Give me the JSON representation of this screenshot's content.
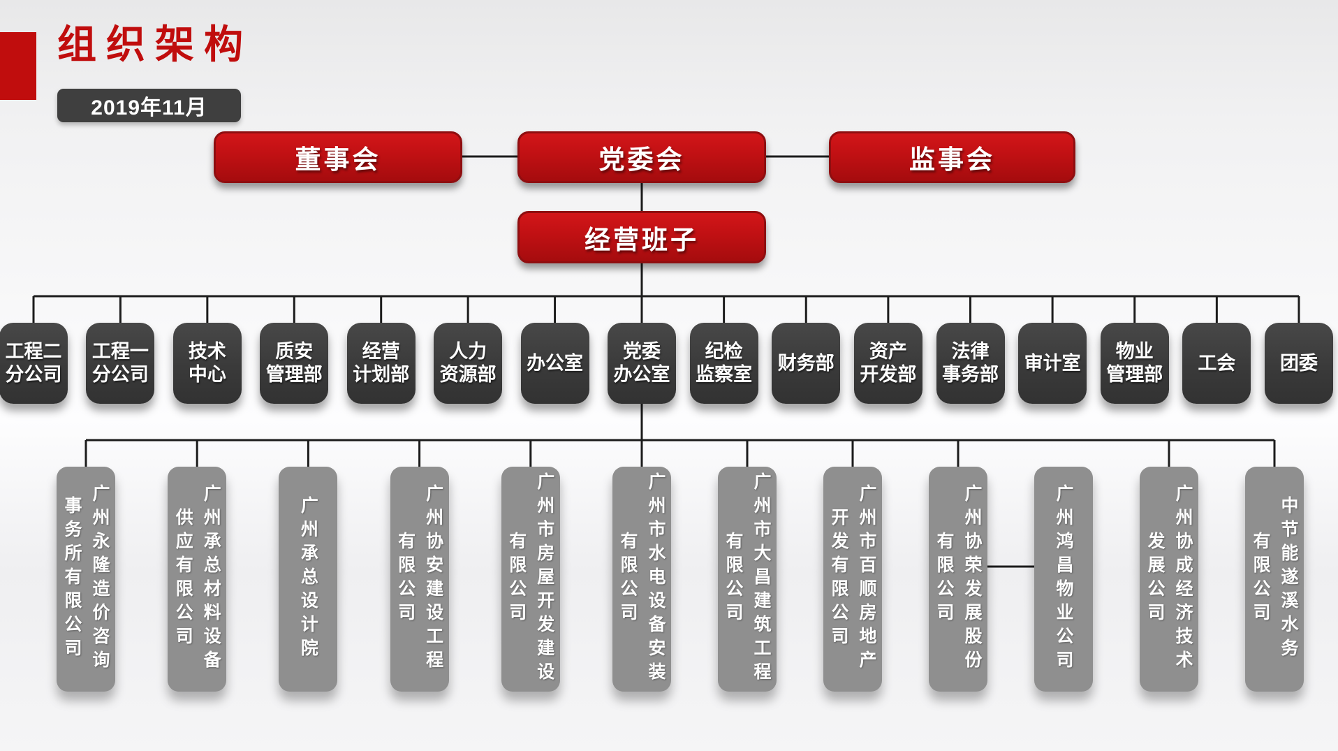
{
  "header": {
    "title": "组织架构",
    "date_badge": "2019年11月"
  },
  "colors": {
    "accent_red": "#c00d0d",
    "red_node_fill": "#c01013",
    "red_node_border": "#8f0e10",
    "dept_node_fill": "#3a3a3a",
    "subsidiary_node_fill": "#8f8f8f",
    "connector_line": "#1c1c1c",
    "badge_fill": "#3f3f3f",
    "text_on_node": "#ffffff"
  },
  "governance": [
    {
      "label": "董事会"
    },
    {
      "label": "党委会"
    },
    {
      "label": "监事会"
    }
  ],
  "management": {
    "label": "经营班子"
  },
  "departments": [
    "工程二\n分公司",
    "工程一\n分公司",
    "技术\n中心",
    "质安\n管理部",
    "经营\n计划部",
    "人力\n资源部",
    "办公室",
    "党委\n办公室",
    "纪检\n监察室",
    "财务部",
    "资产\n开发部",
    "法律\n事务部",
    "审计室",
    "物业\n管理部",
    "工会",
    "团委"
  ],
  "subsidiaries": [
    "广州永隆造价咨询\n事务所有限公司",
    "广州承总材料设备\n供应有限公司",
    "广州承总设计院",
    "广州协安建设工程\n有限公司",
    "广州市房屋开发建设\n有限公司",
    "广州市水电设备安装\n有限公司",
    "广州市大昌建筑工程\n有限公司",
    "广州市百顺房地产\n开发有限公司",
    "广州协荣发展股份\n有限公司",
    "广州鸿昌物业公司",
    "广州协成经济技术\n发展公司",
    "中节能遂溪水务\n有限公司"
  ]
}
